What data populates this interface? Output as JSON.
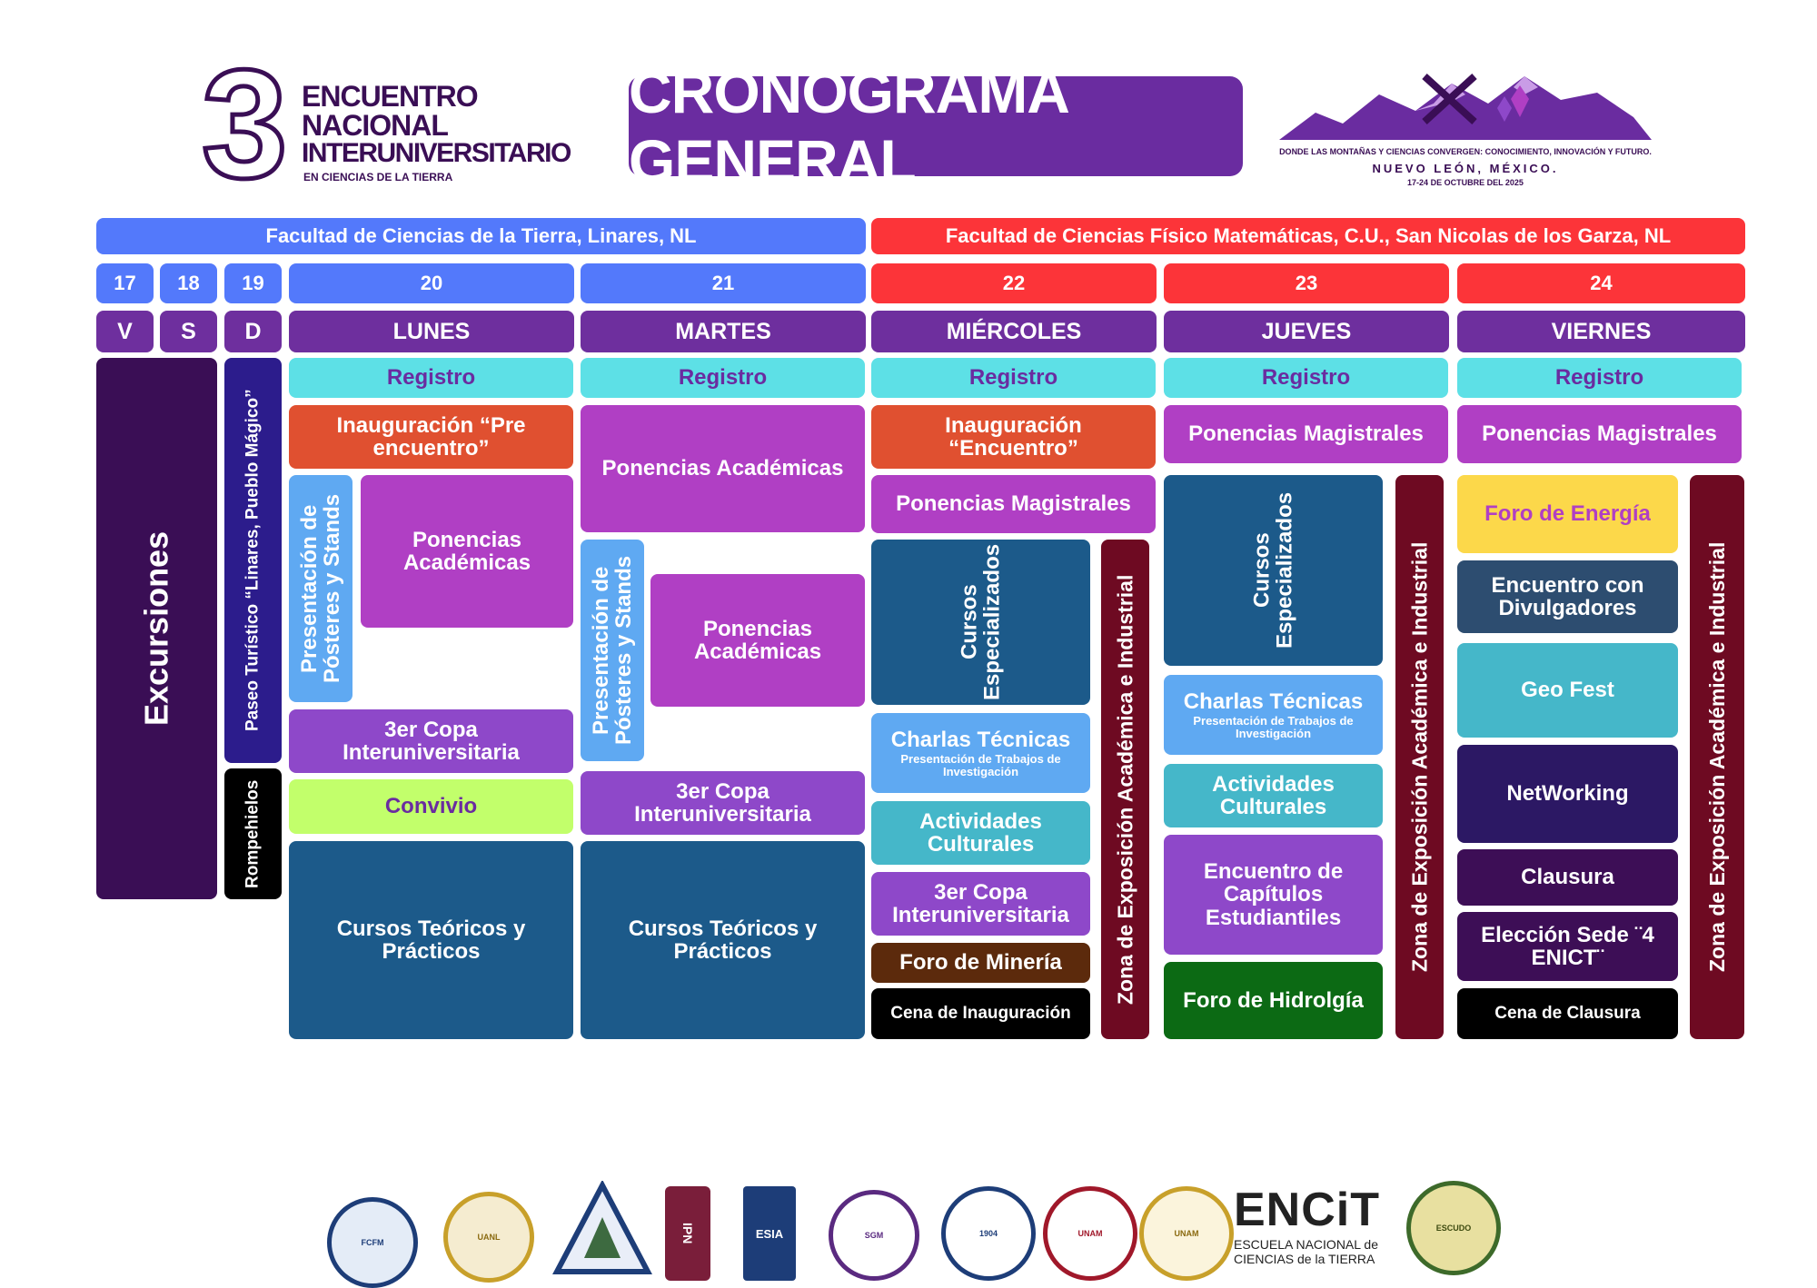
{
  "header": {
    "event_number": "3",
    "event_line1": "ENCUENTRO",
    "event_line2": "NACIONAL",
    "event_line3": "INTERUNIVERSITARIO",
    "event_subtitle": "EN CIENCIAS DE LA TIERRA",
    "title": "CRONOGRAMA GENERAL",
    "tagline": "DONDE LAS MONTAÑAS Y CIENCIAS CONVERGEN: CONOCIMIENTO, INNOVACIÓN Y FUTURO.",
    "location": "NUEVO LEÓN, MÉXICO.",
    "dates": "17-24 DE OCTUBRE DEL 2025"
  },
  "venues": {
    "linares": "Facultad de Ciencias de la Tierra, Linares, NL",
    "sannicolas": "Facultad de Ciencias Físico Matemáticas, C.U., San Nicolas de los Garza, NL"
  },
  "days": [
    {
      "num": "17",
      "name": "V"
    },
    {
      "num": "18",
      "name": "S"
    },
    {
      "num": "19",
      "name": "D"
    },
    {
      "num": "20",
      "name": "LUNES"
    },
    {
      "num": "21",
      "name": "MARTES"
    },
    {
      "num": "22",
      "name": "MIÉRCOLES"
    },
    {
      "num": "23",
      "name": "JUEVES"
    },
    {
      "num": "24",
      "name": "VIERNES"
    }
  ],
  "events": {
    "excursiones": "Excursiones",
    "paseo": "Paseo Turístico “Linares, Pueblo Mágico”",
    "rompehielos": "Rompehielos",
    "mon": {
      "registro": "Registro",
      "inauguracion": "Inauguración “Pre encuentro”",
      "posters": "Presentación de Pósteres y Stands",
      "ponencias": "Ponencias Académicas",
      "copa": "3er Copa Interuniversitaria",
      "convivio": "Convivio",
      "cursos": "Cursos Teóricos y Prácticos"
    },
    "tue": {
      "registro": "Registro",
      "ponencias1": "Ponencias Académicas",
      "posters": "Presentación de Pósteres y Stands",
      "ponencias2": "Ponencias Académicas",
      "copa": "3er Copa Interuniversitaria",
      "cursos": "Cursos Teóricos y Prácticos"
    },
    "wed": {
      "registro": "Registro",
      "inauguracion": "Inauguración “Encuentro”",
      "magistrales": "Ponencias Magistrales",
      "cursos": "Cursos Especializados",
      "charlas": "Charlas Técnicas",
      "charlas_sub": "Presentación de Trabajos de Investigación",
      "actividades": "Actividades Culturales",
      "copa": "3er Copa Interuniversitaria",
      "mineria": "Foro de Minería",
      "cena": "Cena de Inauguración",
      "zona": "Zona de Exposición Académica e Industrial"
    },
    "thu": {
      "registro": "Registro",
      "magistrales": "Ponencias Magistrales",
      "cursos": "Cursos Especializados",
      "charlas": "Charlas Técnicas",
      "charlas_sub": "Presentación de Trabajos de Investigación",
      "actividades": "Actividades Culturales",
      "capitulos": "Encuentro de Capítulos Estudiantiles",
      "hidrologia": "Foro de Hidrolgía",
      "zona": "Zona de Exposición Académica e Industrial"
    },
    "fri": {
      "registro": "Registro",
      "magistrales": "Ponencias Magistrales",
      "energia": "Foro de Energía",
      "divulgadores": "Encuentro con Divulgadores",
      "geofest": "Geo Fest",
      "networking": "NetWorking",
      "clausura": "Clausura",
      "eleccion": "Elección Sede ¨4 ENICT¨",
      "cena": "Cena de Clausura",
      "zona": "Zona de Exposición Académica e Industrial"
    }
  },
  "footer": {
    "encit_name": "ENCiT",
    "encit_line1": "ESCUELA NACIONAL de",
    "encit_line2": "CIENCIAS de la TIERRA",
    "logos": [
      "fcfm-uanl-seal",
      "uanl-seal",
      "fct-triangle-logo",
      "ipn-logo",
      "ipn-esia-logo",
      "sgm-seal",
      "sociedad-geologica-mexicana-seal",
      "ingenieria-unam-seal",
      "unam-seal",
      "encit-logo",
      "university-seal"
    ]
  }
}
